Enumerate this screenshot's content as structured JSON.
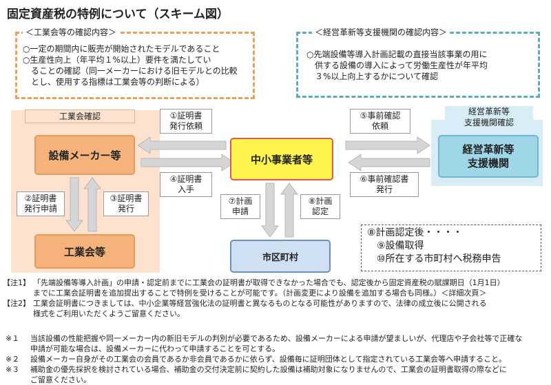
{
  "title": "固定資産税の特例について（スキーム図）",
  "left_box": {
    "heading": "＜工業会等の確認内容＞",
    "lines": [
      "○一定の期間内に販売が開始されたモデルであること",
      "○生産性向上（年平均１%以上）要件を満たしてい",
      "　ることの確認（同一メーカーにおける旧モデルとの比較",
      "　とし、使用する指標は工業会等の判断による）"
    ]
  },
  "right_box": {
    "heading": "＜経営革新等支援機関の確認内容＞",
    "lines": [
      "○先端設備等導入計画記載の直接当該事業の用に",
      "　供する設備の導入によって労働生産性が年平均",
      "　３%以上向上するかについて確認"
    ]
  },
  "bands": {
    "left": "工業会確認",
    "right_line1": "経営革新等",
    "right_line2": "支援機関確認"
  },
  "nodes": {
    "maker": "設備メーカー等",
    "association": "工業会等",
    "sme": "中小事業者等",
    "municipality": "市区町村",
    "support_line1": "経営革新等",
    "support_line2": "支援機関"
  },
  "steps": {
    "s1": [
      "①証明書",
      "発行依頼"
    ],
    "s2": [
      "②証明書",
      "発行申請"
    ],
    "s3": [
      "③証明書",
      "発行"
    ],
    "s4": [
      "④証明書",
      "入手"
    ],
    "s5": [
      "⑤事前確認",
      "依頼"
    ],
    "s6": [
      "⑥事前確認書",
      "発行"
    ],
    "s7": [
      "⑦計画",
      "申請"
    ],
    "s8": [
      "⑧計画",
      "認定"
    ]
  },
  "after_steps": [
    "⑧計画認定後・・・・",
    "⑨設備取得",
    "⑩所在する市町村へ税務申告"
  ],
  "notes": [
    {
      "label": "【注1】",
      "lines": [
        "「先端設備等導入計画」の申請・認定前までに工業会の証明書が取得できなかった場合でも、認定後から固定資産税の賦課期日（1月1日）",
        "までに工業会証明書を追加提出することで特例を受けることが可能です。（計画変更により設備を追加する場合も同様。）＜詳細次頁＞"
      ]
    },
    {
      "label": "【注2】",
      "lines": [
        "工業会証明書につきましては、中小企業等経営強化法の証明書と異なるものとなる可能性がありますので、法律の成立後に公開される",
        "様式をご利用いただくようご留意ください。"
      ]
    }
  ],
  "footnotes": [
    {
      "label": "※１",
      "lines": [
        "当該設備の性能把握や同一メーカー内の新旧モデルの判別が必要であるため、設備メーカーによる申請が望ましいが、代理店や子会社等で正確な",
        "申請が可能な場合は、設備メーカーに代わって申請することを可とする。"
      ]
    },
    {
      "label": "※２",
      "lines": [
        "設備メーカー自身がその工業会の会員であるか非会員であるかに依らず、設備毎に証明団体として指定されている工業会等へ申請すること。"
      ]
    },
    {
      "label": "※３",
      "lines": [
        "補助金の優先採択を検討されている場合、補助金の交付決定前に契約した設備は補助対象になりませんので、工業会の証明書取得の際などに",
        "ご留意ください。"
      ]
    }
  ],
  "colors": {
    "orange_border": "#e6a05a",
    "teal_border": "#5aaac0",
    "left_band": "#fde3cf",
    "right_band": "#d7ecf5",
    "maker_fill": "#f5b27a",
    "support_fill": "#9fd6e8",
    "sme_fill": "#fff34d",
    "sme_border": "#e05a4a",
    "muni_fill": "#cfe0f2",
    "muni_border": "#6a8fb8",
    "arrow_fill": "#d6d6d6",
    "arrow_stroke": "#b5b5b5"
  }
}
